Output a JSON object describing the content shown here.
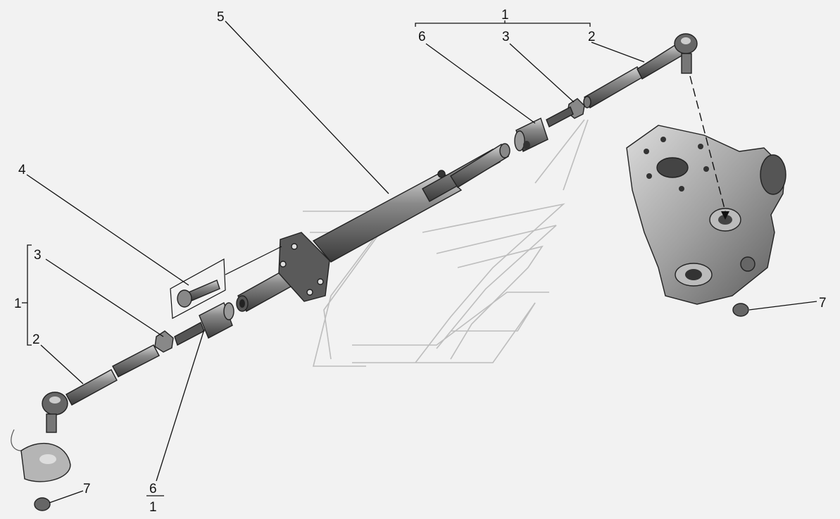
{
  "callouts": {
    "top_group": "1",
    "top_nut": "6",
    "top_locknut": "3",
    "top_tie_rod": "2",
    "bolt": "4",
    "cylinder": "5",
    "left_locknut": "3",
    "left_group": "1",
    "left_tie_rod": "2",
    "right_nut": "7",
    "bottom_nut": "7",
    "bottom_nut6": "6",
    "bottom_group": "1"
  },
  "colors": {
    "background": "#f2f2f2",
    "metal": "#6a6a6a",
    "metal_dark": "#3c3c3c",
    "housing": "#9a9a9a"
  }
}
